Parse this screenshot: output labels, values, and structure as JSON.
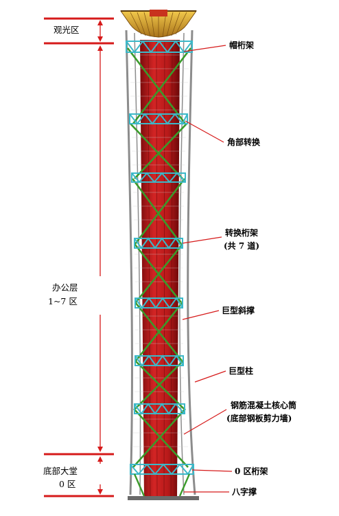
{
  "zones": {
    "observation": "观光区",
    "office_line1": "办公层",
    "office_line2": "1~7 区",
    "lobby_line1": "底部大堂",
    "lobby_line2": "0 区"
  },
  "callouts": {
    "hat_truss": "帽桁架",
    "corner_transfer": "角部转换",
    "transfer_truss_line1": "转换桁架",
    "transfer_truss_line2": "(共 7 道)",
    "mega_brace": "巨型斜撑",
    "mega_column": "巨型柱",
    "core_tube_line1": "钢筋混凝土核心筒",
    "core_tube_line2": "(底部钢板剪力墙)",
    "zone0_truss": "0 区桁架",
    "chevron_brace": "八字撑"
  },
  "colors": {
    "dimension_red": "#d61a1a",
    "core_red": "#c81e1e",
    "truss_cyan": "#3bb8c8",
    "brace_green": "#3a9a2a",
    "column_gray": "#8c8c8c",
    "crown_gold": "#d9a520"
  }
}
